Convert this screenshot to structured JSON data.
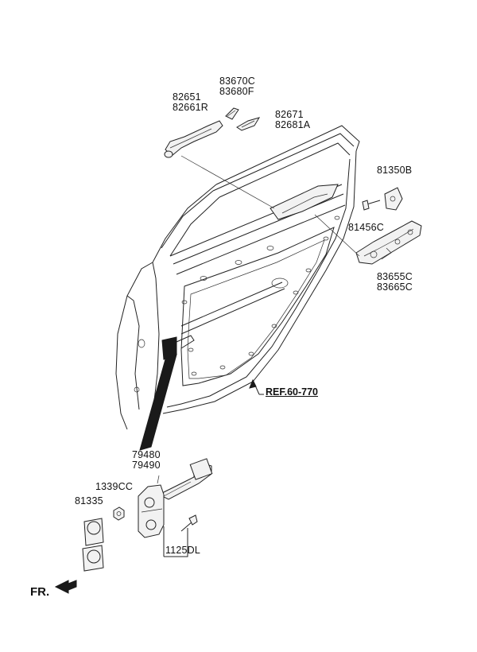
{
  "labels": {
    "l_82651": "82651",
    "l_82661R": "82661R",
    "l_83670C": "83670C",
    "l_83680F": "83680F",
    "l_82671": "82671",
    "l_82681A": "82681A",
    "l_81350B": "81350B",
    "l_81456C": "81456C",
    "l_83655C": "83655C",
    "l_83665C": "83665C",
    "l_79480": "79480",
    "l_79490": "79490",
    "l_1339CC": "1339CC",
    "l_81335": "81335",
    "l_1125DL": "1125DL"
  },
  "ref": "REF.60-770",
  "fr": "FR."
}
